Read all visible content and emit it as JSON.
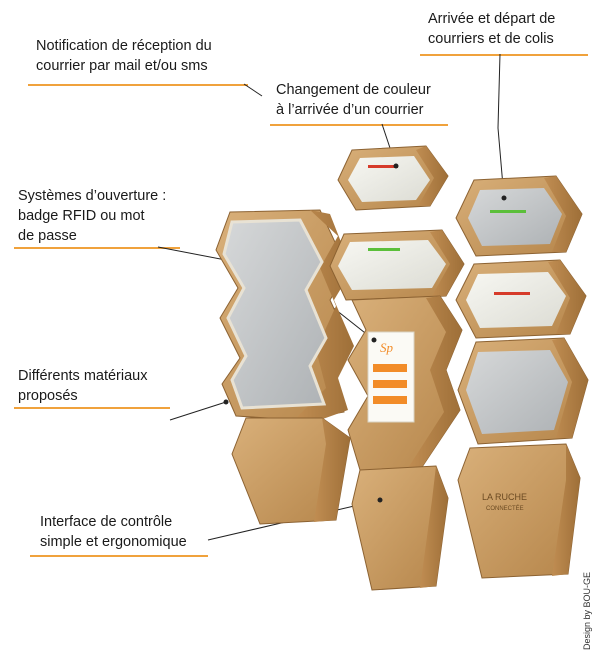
{
  "annotations": {
    "notification": "Notification de réception du\ncourrier par mail et/ou sms",
    "color_change": "Changement de couleur\nà l’arrivée d’un courrier",
    "arrival": "Arrivée et départ de\ncourriers et de colis",
    "opening": "Systèmes d’ouverture :\nbadge RFID ou mot\nde passe",
    "materials": "Différents matériaux\nproposés",
    "interface": "Interface de contrôle\nsimple et ergonomique"
  },
  "product_brand": "LA RUCHE\nCONNECTÉE",
  "credit": "Design by BOU-GE",
  "colors": {
    "underline": "#f0a23c",
    "wood": "#c99a5c",
    "wood_dark": "#a97a40",
    "panel": "#bfc3c6",
    "screen_accent": "#f28c28",
    "led_red": "#d63b2a",
    "led_green": "#5bbf3a"
  }
}
